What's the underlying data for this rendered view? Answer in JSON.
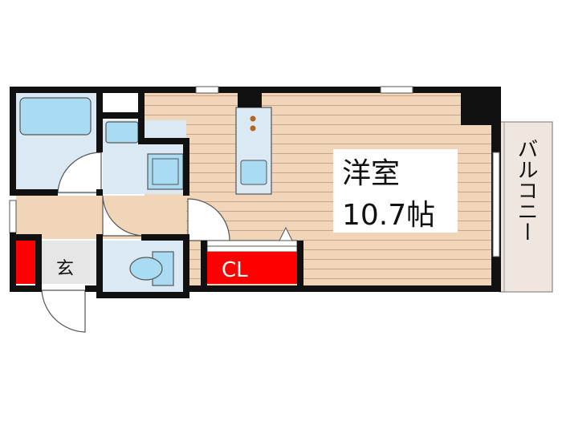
{
  "rooms": {
    "western_room": {
      "name": "洋室",
      "size": "10.7帖"
    },
    "closet": {
      "label": "CL"
    },
    "entrance": {
      "label": "玄"
    },
    "balcony": {
      "label": "バルコニー"
    }
  },
  "colors": {
    "wall": "#111111",
    "floor_wood": "#f1d5b8",
    "floor_stripe": "#c9a58a",
    "wet_area": "#dbe9f4",
    "fixture_blue": "#a9dcf2",
    "closet_red": "#ff0000",
    "balcony_fill": "#efe6df",
    "entrance_floor": "#e6e6e6"
  }
}
